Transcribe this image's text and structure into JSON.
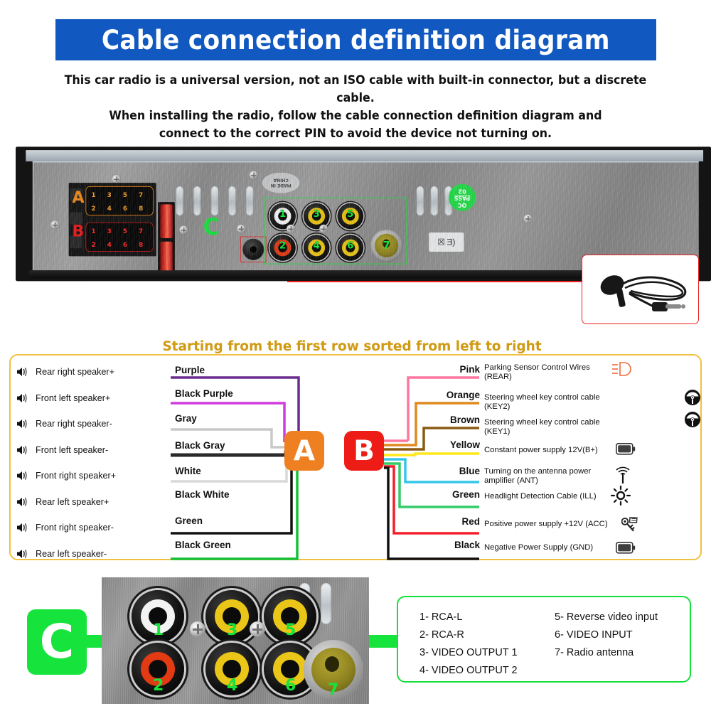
{
  "header": {
    "title": "Cable connection definition diagram",
    "bar_color": "#1159c0",
    "intro_lines": [
      "This car radio is a universal version, not an ISO cable with built-in connector, but a discrete cable.",
      "When installing the radio, follow the cable connection definition diagram and",
      "connect to the correct PIN to avoid the device not turning on."
    ]
  },
  "radio_photo": {
    "connector_a_label": "A",
    "connector_b_label": "B",
    "connector_c_label": "C",
    "pins_row1": [
      "1",
      "3",
      "5",
      "7"
    ],
    "pins_row2": [
      "2",
      "4",
      "6",
      "8"
    ],
    "made_in": "MADE IN CHINA",
    "qc_line1": "QC",
    "qc_line2": "PASS",
    "qc_line3": "02",
    "rca_numbers": [
      "1",
      "3",
      "5",
      "2",
      "4",
      "6"
    ],
    "antenna_number": "7",
    "mic_callout_name": "microphone-accessory"
  },
  "wire_section": {
    "title": "Starting from the first row sorted from left to right",
    "border_color": "#f0c041",
    "speaker_rows": [
      "Rear right speaker+",
      "Front left speaker+",
      "Rear right speaker-",
      "Front left speaker-",
      "Front right speaker+",
      "Rear left speaker+",
      "Front right speaker-",
      "Rear left speaker-"
    ],
    "connector_a_badge": "A",
    "connector_b_badge": "B",
    "left_wires": [
      {
        "label": "Purple",
        "color": "#6b2d8f"
      },
      {
        "label": "Black Purple",
        "color": "#d03ae0"
      },
      {
        "label": "Gray",
        "color": "#c8c8c8"
      },
      {
        "label": "Black Gray",
        "color": "#2a2a2a"
      },
      {
        "label": "White",
        "color": "#d8d8d8"
      },
      {
        "label": "Black White",
        "color": "#111111"
      },
      {
        "label": "Green",
        "color": "#111111"
      },
      {
        "label": "Black Green",
        "color": "#14c038"
      }
    ],
    "right_wires": [
      {
        "label": "Pink",
        "color": "#ff77a0",
        "desc": "Parking Sensor Control Wires (REAR)",
        "icon": "headlight-icon"
      },
      {
        "label": "Orange",
        "color": "#e08a1e",
        "desc": "Steering wheel key control cable (KEY2)",
        "icon": "steering-wheel-icon"
      },
      {
        "label": "Brown",
        "color": "#8a5a12",
        "desc": "Steering wheel key control cable (KEY1)",
        "icon": "steering-wheel-icon"
      },
      {
        "label": "Yellow",
        "color": "#ffe81a",
        "desc": "Constant power supply 12V(B+)",
        "icon": "battery-icon"
      },
      {
        "label": "Blue",
        "color": "#34c6e8",
        "desc": "Turning on the antenna power amplifier (ANT)",
        "icon": "antenna-icon"
      },
      {
        "label": "Green",
        "color": "#33cc66",
        "desc": "Headlight Detection Cable (ILL)",
        "icon": "illumination-icon"
      },
      {
        "label": "Red",
        "color": "#f31f2a",
        "desc": "Positive power supply +12V (ACC)",
        "icon": "keys-icon"
      },
      {
        "label": "Black",
        "color": "#111111",
        "desc": "Negative Power Supply (GND)",
        "icon": "battery-icon"
      }
    ]
  },
  "c_section": {
    "badge": "C",
    "border_color": "#14e03a",
    "photo_numbers": [
      "1",
      "3",
      "5",
      "2",
      "4",
      "6",
      "7"
    ],
    "legend_col1": [
      "1- RCA-L",
      "2- RCA-R",
      "3- VIDEO OUTPUT 1",
      "4- VIDEO OUTPUT 2"
    ],
    "legend_col2": [
      "5- Reverse video input",
      "6- VIDEO INPUT",
      "7- Radio antenna"
    ]
  }
}
